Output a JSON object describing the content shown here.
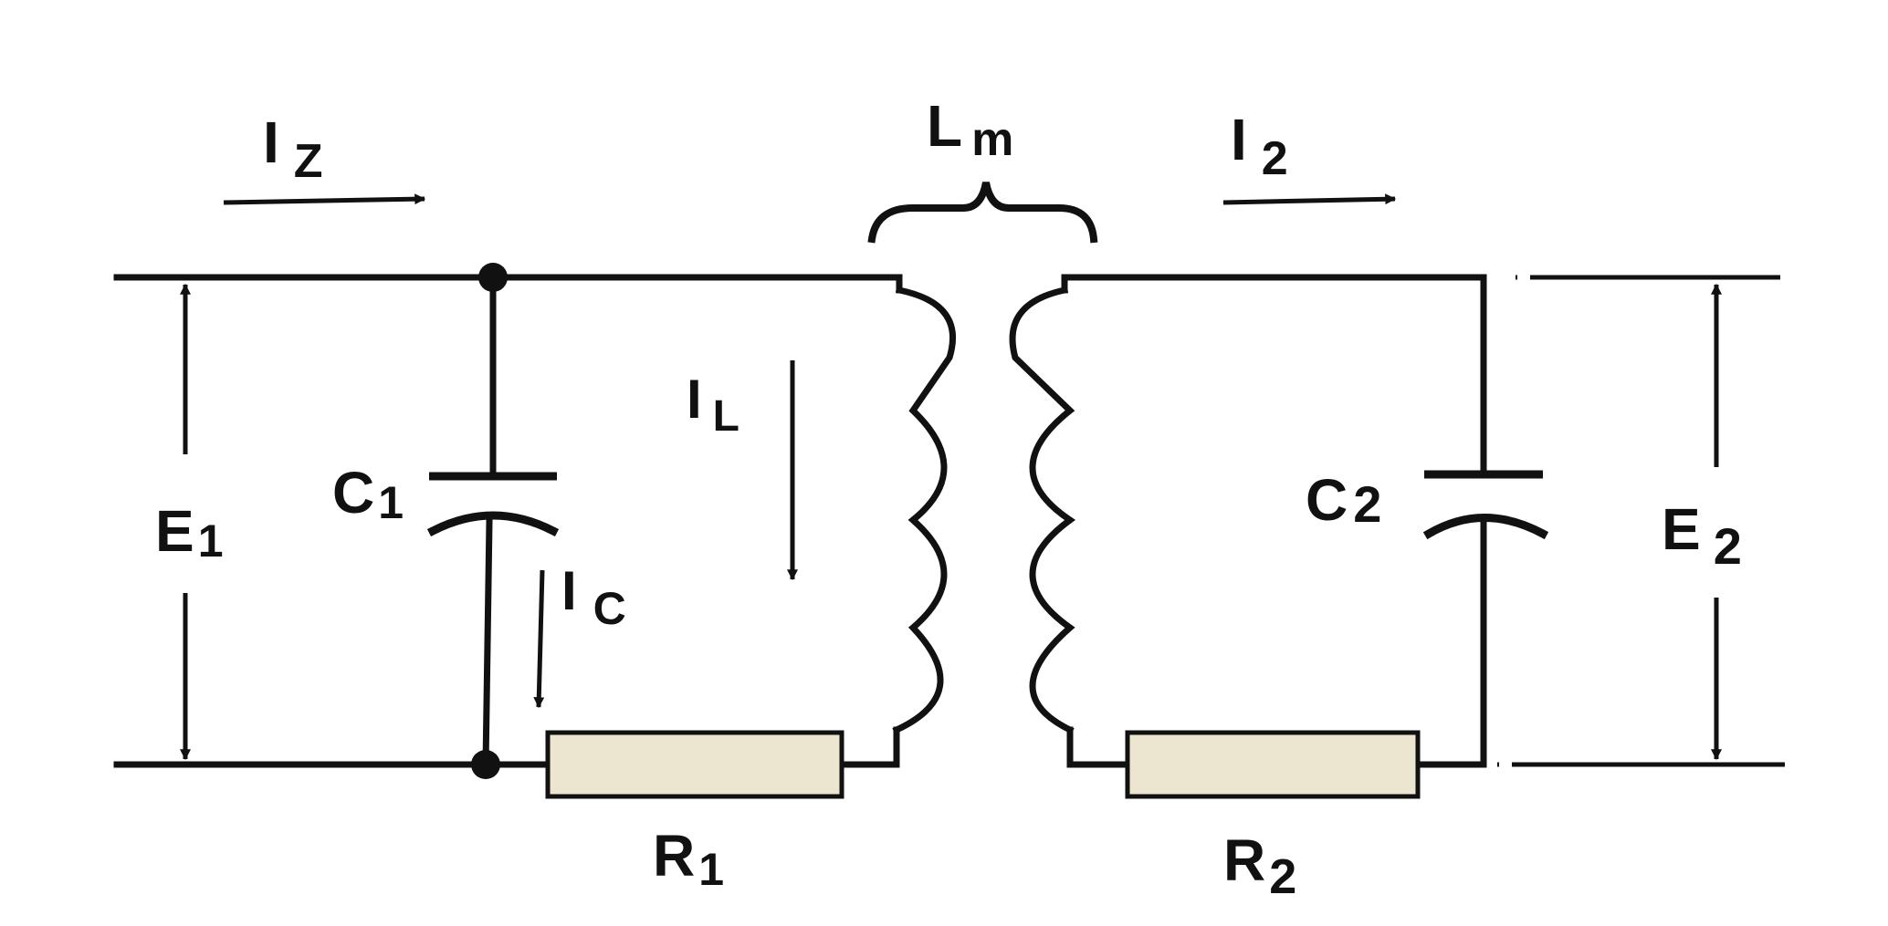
{
  "colors": {
    "background": "#ffffff",
    "ink": "#111111",
    "resistor_fill": "#ece5d0"
  },
  "labels": {
    "current_iz": {
      "main": "I",
      "sub": "Z"
    },
    "current_il": {
      "main": "I",
      "sub": "L"
    },
    "current_ic": {
      "main": "I",
      "sub": "C"
    },
    "current_i2": {
      "main": "I",
      "sub": "2"
    },
    "mutual_inductance": {
      "main": "L",
      "sub": "m"
    },
    "voltage_e1": {
      "main": "E",
      "sub": "1"
    },
    "voltage_e2": {
      "main": "E",
      "sub": "2"
    },
    "capacitor_c1": {
      "main": "C",
      "sub": "1"
    },
    "capacitor_c2": {
      "main": "C",
      "sub": "2"
    },
    "resistor_r1": {
      "main": "R",
      "sub": "1"
    },
    "resistor_r2": {
      "main": "R",
      "sub": "2"
    }
  },
  "components": {
    "primary": [
      "C1",
      "R1",
      "primary-winding"
    ],
    "secondary": [
      "C2",
      "R2",
      "secondary-winding"
    ],
    "coupling": "Lm"
  }
}
